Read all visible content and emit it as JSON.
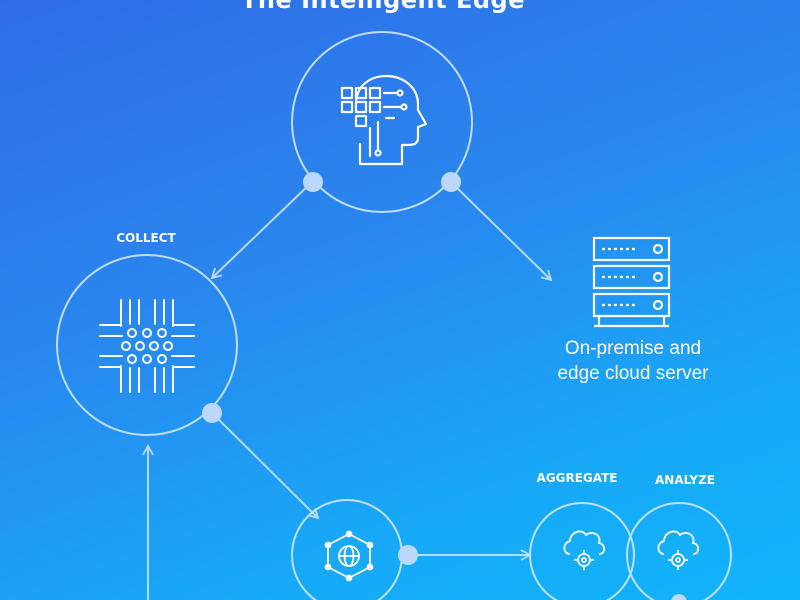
{
  "title": "The Intelligent Edge",
  "nodes": {
    "collect": "COLLECT",
    "aggregate": "AGGREGATE",
    "analyze": "ANALYZE"
  },
  "server": {
    "line1": "On-premise and",
    "line2": "edge cloud server"
  },
  "icons": [
    "ai-head-icon",
    "circuit-chip-icon",
    "server-rack-icon",
    "network-globe-icon",
    "cloud-gear-icon"
  ],
  "colors": {
    "background_start": "#2f6be6",
    "background_end": "#10b4fb",
    "stroke": "#cfe6ff",
    "connector_dot": "#b9d8fb"
  }
}
